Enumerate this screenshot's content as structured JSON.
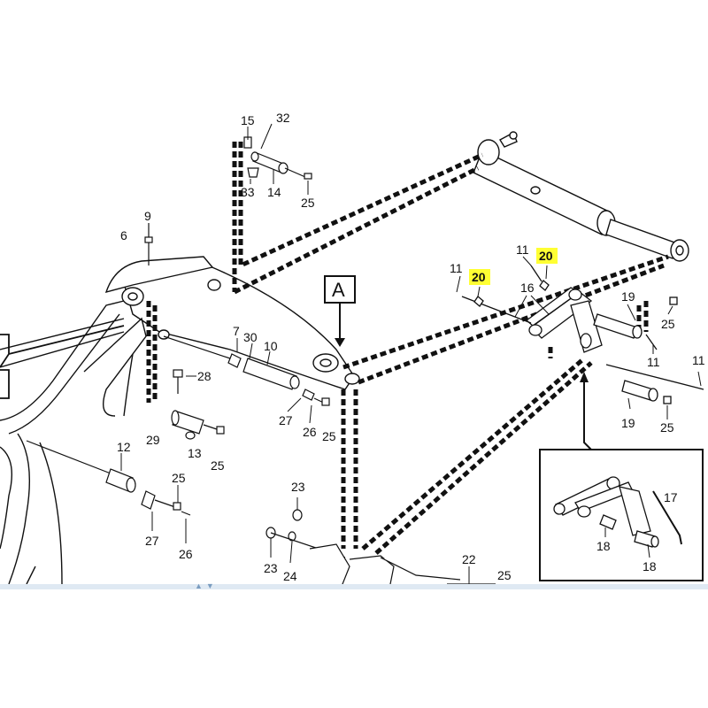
{
  "diagram": {
    "detail_letter": "A",
    "labels": {
      "n15": "15",
      "n32": "32",
      "n33": "33",
      "n14": "14",
      "n25a": "25",
      "n9": "9",
      "n6": "6",
      "n7": "7",
      "n30": "30",
      "n10": "10",
      "n28": "28",
      "n29": "29",
      "n13": "13",
      "n25b": "25",
      "n27a": "27",
      "n26a": "26",
      "n25c": "25",
      "n12": "12",
      "n25d": "25",
      "n27b": "27",
      "n26b": "26",
      "n23a": "23",
      "n23b": "23",
      "n24": "24",
      "n22": "22",
      "n25e": "25",
      "n11a": "11",
      "n20a": "20",
      "n11b": "11",
      "n20b": "20",
      "n16": "16",
      "n19a": "19",
      "n25f": "25",
      "n11c": "11",
      "n11d": "11",
      "n19b": "19",
      "n25g": "25",
      "n17": "17",
      "n18a": "18",
      "n18b": "18"
    },
    "highlight_color": "#ffff33"
  }
}
